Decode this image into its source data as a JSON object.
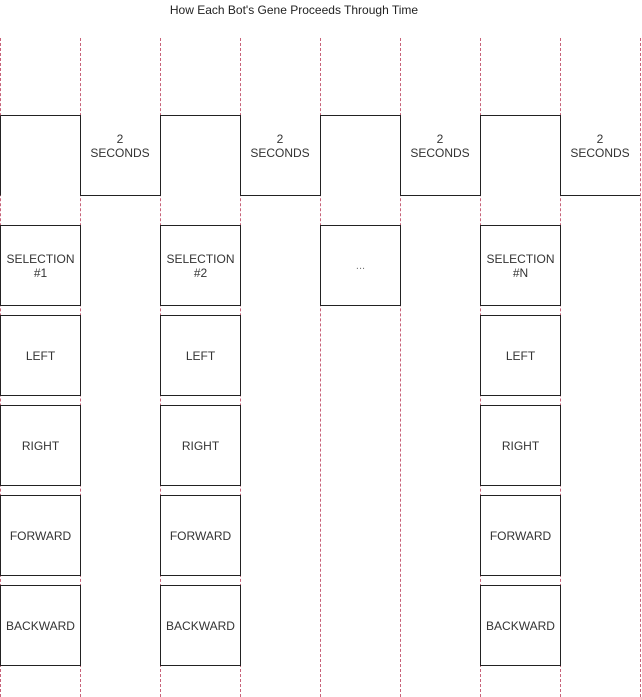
{
  "title": "How Each Bot's Gene Proceeds Through Time",
  "intervals": [
    {
      "label": "2\nSECONDS"
    },
    {
      "label": "2\nSECONDS"
    },
    {
      "label": "2\nSECONDS"
    },
    {
      "label": "2\nSECONDS"
    }
  ],
  "selections": [
    {
      "header": "SELECTION\n#1",
      "actions": [
        "LEFT",
        "RIGHT",
        "FORWARD",
        "BACKWARD"
      ]
    },
    {
      "header": "SELECTION\n#2",
      "actions": [
        "LEFT",
        "RIGHT",
        "FORWARD",
        "BACKWARD"
      ]
    },
    {
      "header": "...",
      "actions": []
    },
    {
      "header": "SELECTION\n#N",
      "actions": [
        "LEFT",
        "RIGHT",
        "FORWARD",
        "BACKWARD"
      ]
    }
  ],
  "colors": {
    "guide_line": "#c8637a",
    "stroke": "#222222"
  }
}
